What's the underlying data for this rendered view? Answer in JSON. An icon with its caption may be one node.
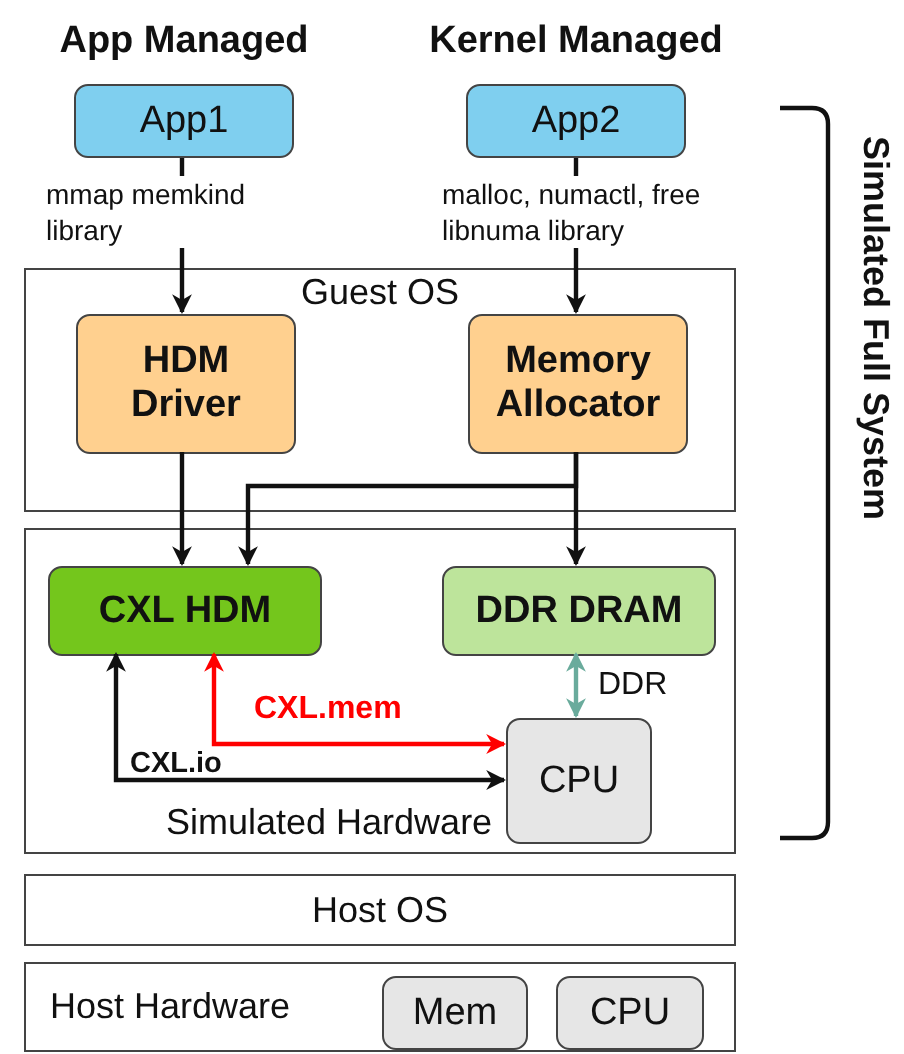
{
  "diagram": {
    "nodes": [
      {
        "text": [
          "App1"
        ],
        "beside": [
          "App Managed"
        ]
      },
      {
        "text": [
          "App2"
        ],
        "beside": [
          "Kernel Managed"
        ]
      },
      {
        "text": [
          "Guest OS"
        ]
      },
      {
        "text": [
          "HDM Driver"
        ],
        "in": 2
      },
      {
        "text": [
          "Memory Allocator"
        ],
        "in": 2
      },
      {
        "text": [
          "Simulated Hardware"
        ]
      },
      {
        "text": [
          "CXL HDM"
        ],
        "in": 5
      },
      {
        "text": [
          "DDR DRAM"
        ],
        "in": 5
      },
      {
        "text": [
          "CPU"
        ],
        "in": 5
      },
      {
        "text": [
          "Host OS"
        ]
      },
      {
        "text": [
          "Host Hardware"
        ]
      },
      {
        "text": [
          "Mem"
        ],
        "in": 10
      },
      {
        "text": [
          "CPU"
        ],
        "in": 10
      }
    ],
    "edges": [
      {
        "from": 0,
        "to": 3,
        "arrow": "to",
        "label": "mmap memkind library"
      },
      {
        "from": 1,
        "to": 4,
        "arrow": "to",
        "label": "malloc, numactl, free libnuma library"
      },
      {
        "from": 3,
        "to": 6,
        "arrow": "to"
      },
      {
        "from": 4,
        "to": 6,
        "arrow": "to"
      },
      {
        "from": 4,
        "to": 7,
        "arrow": "to"
      },
      {
        "from": 7,
        "to": 8,
        "arrow": "both",
        "label": "DDR",
        "color": "#6aab9c"
      },
      {
        "from": 8,
        "to": 6,
        "arrow": "both",
        "label": "CXL.mem",
        "color": "#ff0000"
      },
      {
        "from": 8,
        "to": 6,
        "arrow": "both",
        "label": "CXL.io"
      }
    ],
    "labels": [
      "Simulated Full System"
    ]
  }
}
